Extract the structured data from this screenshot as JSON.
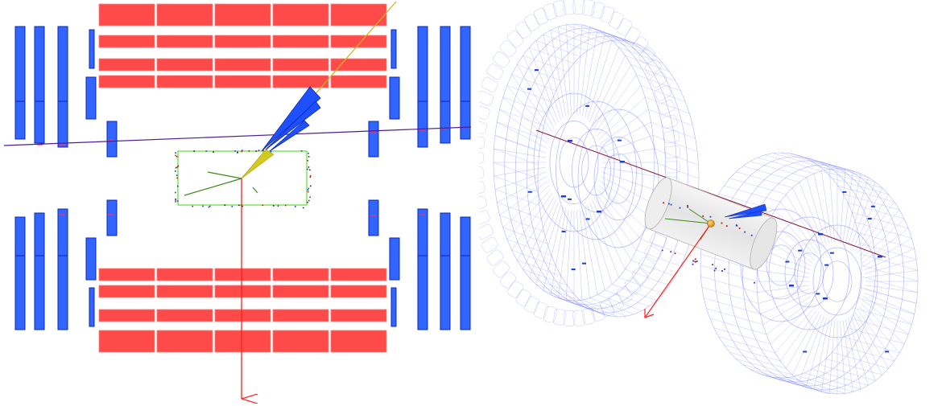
{
  "colors": {
    "background": "#ffffff",
    "muon_chamber": "#ff4a4a",
    "muon_chamber_stroke": "#ff7a7a",
    "hadron_module": "#3264ff",
    "hadron_module_stroke": "#0a28b4",
    "jet_cone": "#1e50ff",
    "track_yellow": "#d2b41e",
    "track_purple": "#4b1e96",
    "track_green": "#3c8c1e",
    "missing_et_arrow": "#ff2020",
    "tracker_outline": "#5fdc32",
    "wireframe": "#6e78ff",
    "barrel_fill": "#ececec",
    "vertex": "#e6a028"
  },
  "views": {
    "left": {
      "name": "rz-projection",
      "elements": [
        "muon-chamber",
        "hadron-calorimeter-module",
        "inner-tracker",
        "jet-cone",
        "high-pt-track",
        "beam-axis-track",
        "missing-et-arrow",
        "low-pt-track"
      ]
    },
    "right": {
      "name": "3d-perspective",
      "elements": [
        "endcap-wireframe",
        "tracker-barrel",
        "jet-cone",
        "beam-line",
        "missing-et-arrow",
        "interaction-vertex"
      ]
    }
  }
}
